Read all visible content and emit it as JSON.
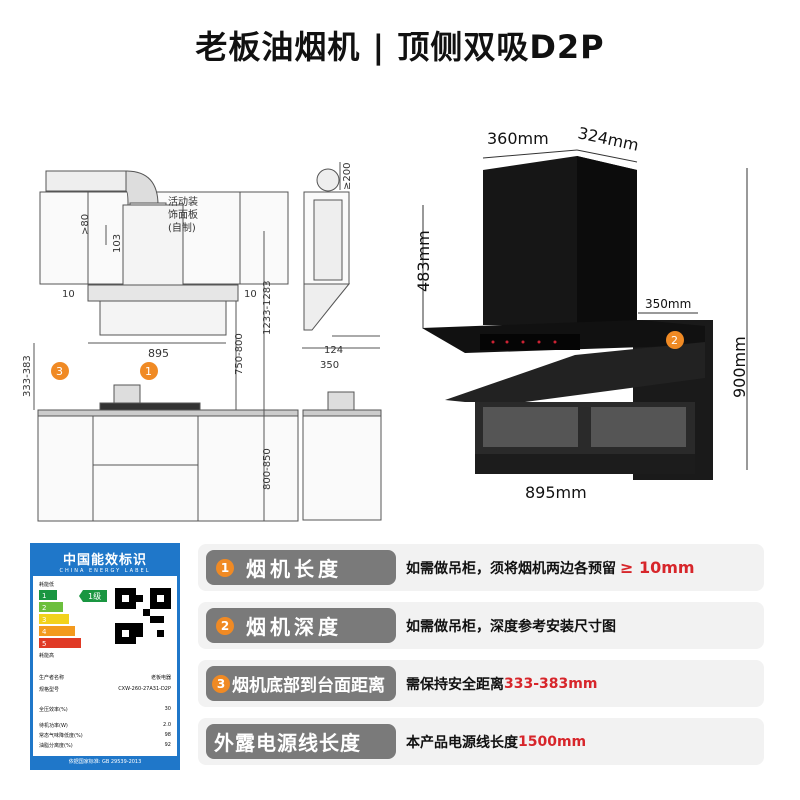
{
  "title": "老板油烟机 | 顶侧双吸D2P",
  "left_drawing": {
    "dim_top_80": ">80",
    "dim_103": "103",
    "panel_note_1": "活动装",
    "panel_note_2": "饰面板",
    "panel_note_3": "(自制)",
    "dim_10_left": "10",
    "dim_10_right": "10",
    "dim_895": "895",
    "dim_333_383": "333-383",
    "dim_750_800": "750-800",
    "dim_1233_1283": "1233-1283",
    "dim_800_850": "800-850",
    "marker_1": "1",
    "marker_3": "3"
  },
  "side_drawing": {
    "dim_200": "≥200",
    "dim_124": "124",
    "dim_350": "350"
  },
  "product_photo": {
    "dim_360": "360mm",
    "dim_324": "324mm",
    "dim_483": "483mm",
    "dim_900": "900mm",
    "dim_350": "350mm",
    "dim_895": "895mm",
    "marker_2": "2"
  },
  "energy_label": {
    "title_cn": "中国能效标识",
    "title_en": "CHINA ENERGY LABEL",
    "grade": "1级",
    "grades": [
      "1",
      "2",
      "3",
      "4",
      "5"
    ],
    "top_note": "耗能低",
    "bottom_note": "耗能高",
    "maker_label": "生产者名称",
    "maker_value": "老板电器",
    "model_label": "规格型号",
    "model_value": "CXW-260-27A31-D2P",
    "row1_label": "全压效率(%)",
    "row1_value": "30",
    "row2_label": "待机功率(W)",
    "row2_value": "2.0",
    "row3_label": "常态气味降低度(%)",
    "row3_value": "98",
    "row4_label": "油脂分离度(%)",
    "row4_value": "92",
    "footer": "依据国家标准: GB 29539-2013"
  },
  "features": [
    {
      "num": "1",
      "label": "烟机长度",
      "desc": "如需做吊柜，须将烟机两边各预留",
      "highlight": "≥ 10mm"
    },
    {
      "num": "2",
      "label": "烟机深度",
      "desc": "如需做吊柜，深度参考安装尺寸图",
      "highlight": ""
    },
    {
      "num": "3",
      "label": "烟机底部到台面距离",
      "desc": "需保持安全距离",
      "highlight": "333-383mm"
    },
    {
      "num": "",
      "label": "外露电源线长度",
      "desc": "本产品电源线长度",
      "highlight": "1500mm"
    }
  ],
  "colors": {
    "accent": "#f08a24",
    "highlight": "#d7262b",
    "label_blue": "#1f77c9",
    "pill_gray": "#7a7a7a"
  }
}
